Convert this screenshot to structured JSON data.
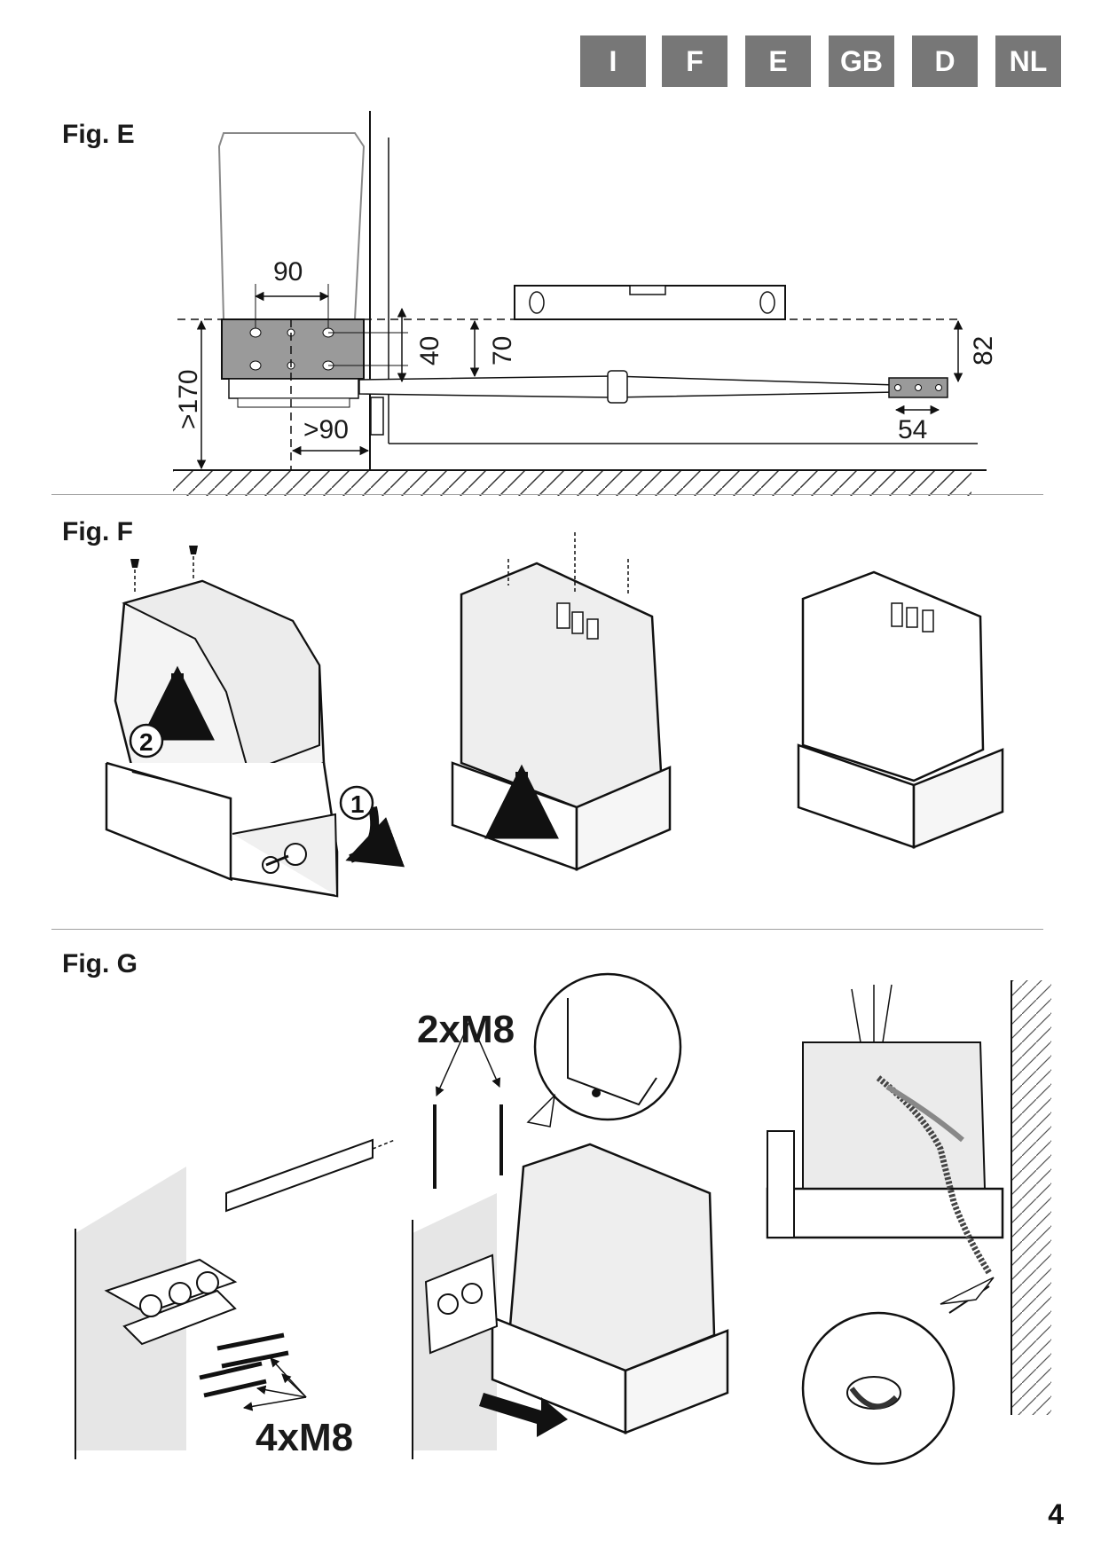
{
  "language_tabs": [
    "I",
    "F",
    "E",
    "GB",
    "D",
    "NL"
  ],
  "figures": {
    "fig_e": {
      "label": "Fig. E",
      "dimensions": {
        "d90": "90",
        "d40": "40",
        "d70": "70",
        "d82": "82",
        "d170": ">170",
        "d90min": ">90",
        "d54": "54"
      }
    },
    "fig_f": {
      "label": "Fig. F",
      "steps": [
        "1",
        "2"
      ]
    },
    "fig_g": {
      "label": "Fig. G",
      "screws_top": "2xM8",
      "screws_bottom": "4xM8"
    }
  },
  "page_number": "4",
  "colors": {
    "tab_background": "#777777",
    "housing_grey": "#9a9a9a",
    "panel_light": "#e6e6e6"
  }
}
